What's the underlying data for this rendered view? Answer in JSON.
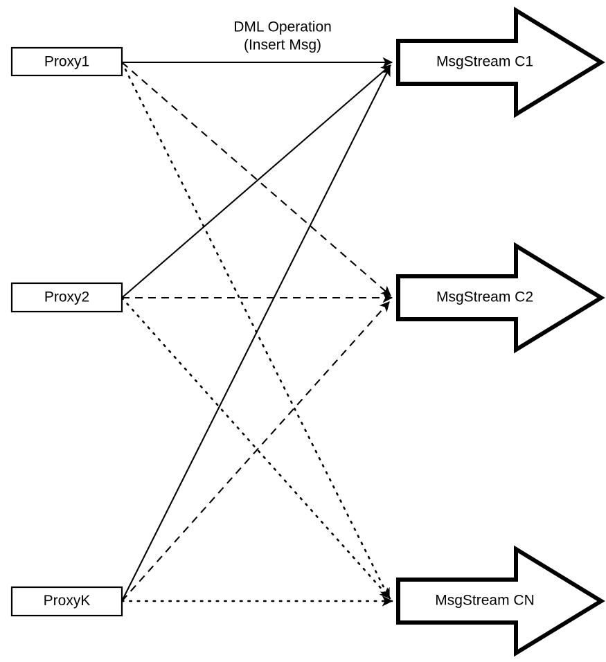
{
  "diagram": {
    "title": "Proxy to MsgStream routing diagram",
    "background_color": "#ffffff",
    "line_color": "#000000",
    "text_color": "#000000"
  },
  "annotation": {
    "line1": "DML Operation",
    "line2": "(Insert Msg)"
  },
  "proxies": [
    {
      "id": "proxy1",
      "label": "Proxy1"
    },
    {
      "id": "proxy2",
      "label": "Proxy2"
    },
    {
      "id": "proxyk",
      "label": "ProxyK"
    }
  ],
  "streams": [
    {
      "id": "c1",
      "label": "MsgStream C1"
    },
    {
      "id": "c2",
      "label": "MsgStream C2"
    },
    {
      "id": "cn",
      "label": "MsgStream CN"
    }
  ],
  "edges": [
    {
      "from": "proxy1",
      "to": "c1",
      "style": "solid"
    },
    {
      "from": "proxy1",
      "to": "c2",
      "style": "dashed"
    },
    {
      "from": "proxy1",
      "to": "cn",
      "style": "dotted"
    },
    {
      "from": "proxy2",
      "to": "c1",
      "style": "solid"
    },
    {
      "from": "proxy2",
      "to": "c2",
      "style": "dashed"
    },
    {
      "from": "proxy2",
      "to": "cn",
      "style": "dotted"
    },
    {
      "from": "proxyk",
      "to": "c1",
      "style": "solid"
    },
    {
      "from": "proxyk",
      "to": "c2",
      "style": "dashed"
    },
    {
      "from": "proxyk",
      "to": "cn",
      "style": "dotted"
    }
  ]
}
